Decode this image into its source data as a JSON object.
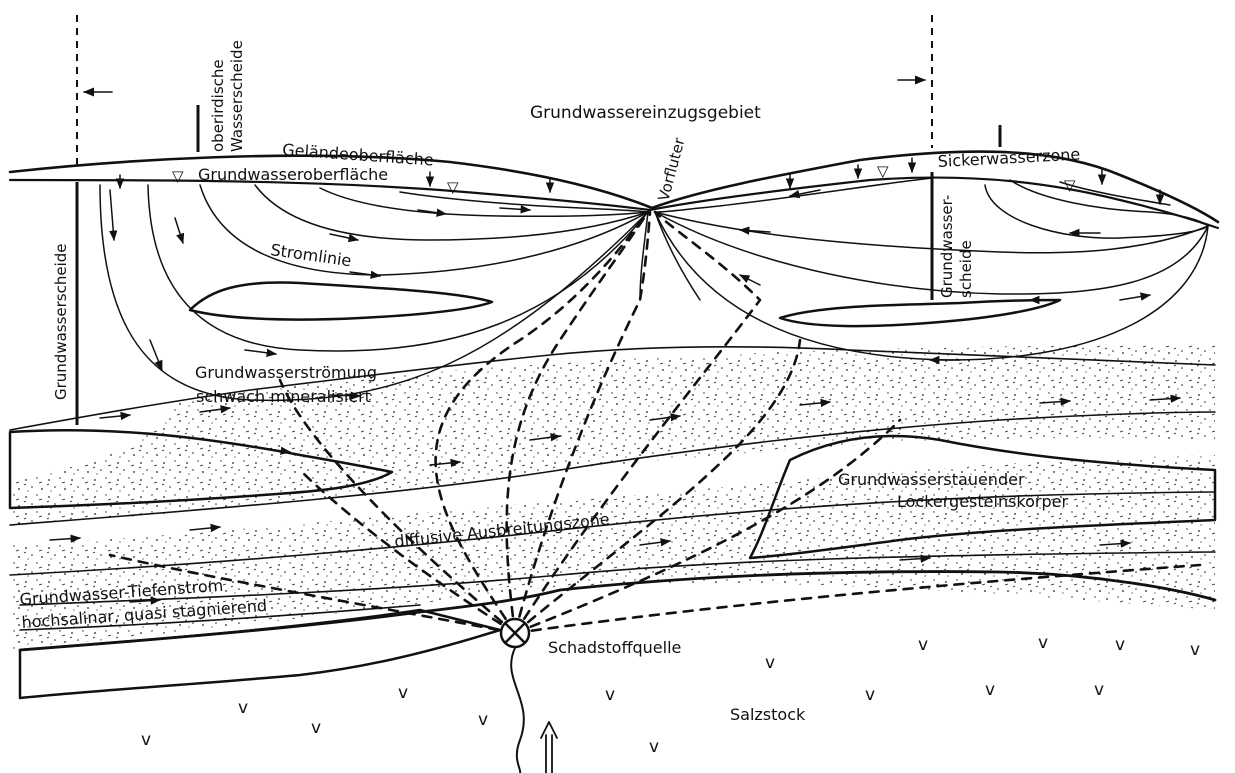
{
  "labels": {
    "catchment": "Grundwassereinzugsgebiet",
    "surface_divide_line1": "oberirdische",
    "surface_divide_line2": "Wasserscheide",
    "ground_surface": "Geländeoberfläche",
    "water_table": "Grundwasseroberfläche",
    "receiving_water": "Vorfluter",
    "vadose_zone": "Sickerwasserzone",
    "gw_divide_left": "Grundwasserscheide",
    "gw_divide_right_line1": "Grundwasser-",
    "gw_divide_right_line2": "scheide",
    "streamline": "Stromlinie",
    "gw_flow_line1": "Grundwasserströmung",
    "gw_flow_line2": "schwach mineralisiert",
    "aquitard_line1": "Grundwasserstauender",
    "aquitard_line2": "Lockergesteinskörper",
    "diffusive_zone": "diffusive Ausbreitungszone",
    "deep_flow_line1": "Grundwasser-Tiefenstrom",
    "deep_flow_line2": "hochsalinar, quasi stagnierend",
    "contaminant_source": "Schadstoffquelle",
    "salt_dome": "Salzstock"
  },
  "symbols": {
    "water_table_marker": "▽",
    "salt_marker": "v"
  },
  "colors": {
    "ink": "#111111",
    "paper": "#ffffff"
  }
}
